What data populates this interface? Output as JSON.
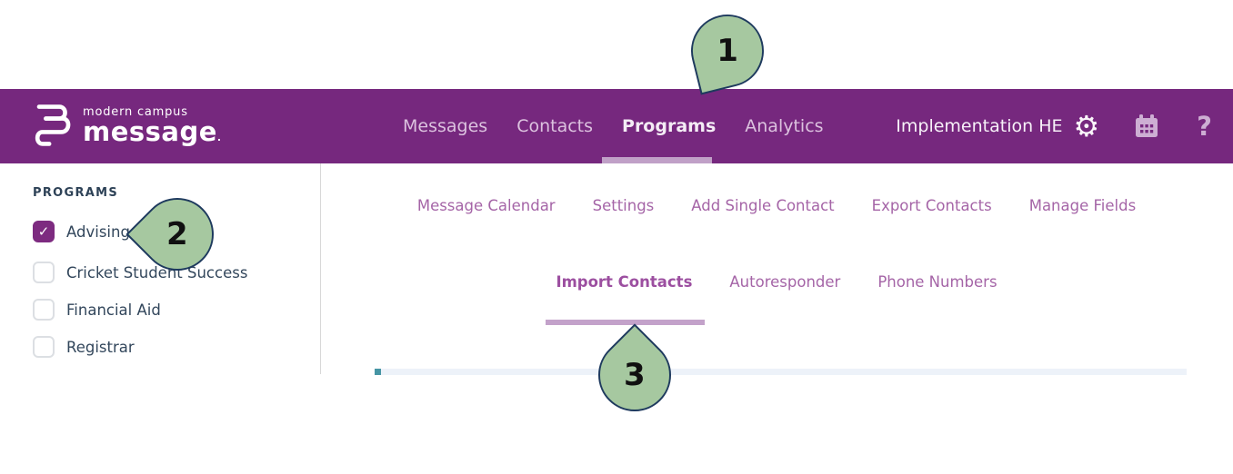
{
  "brand": {
    "tagline": "modern campus",
    "name": "message",
    "mark": "."
  },
  "header": {
    "nav": [
      {
        "label": "Messages",
        "active": false
      },
      {
        "label": "Contacts",
        "active": false
      },
      {
        "label": "Programs",
        "active": true
      },
      {
        "label": "Analytics",
        "active": false
      }
    ],
    "account_label": "Implementation HE"
  },
  "icons": {
    "gear": "⚙",
    "help": "?",
    "check": "✓"
  },
  "sidebar": {
    "heading": "PROGRAMS",
    "programs": [
      {
        "label": "Advising",
        "checked": true
      },
      {
        "label": "Cricket Student Success",
        "checked": false
      },
      {
        "label": "Financial Aid",
        "checked": false
      },
      {
        "label": "Registrar",
        "checked": false
      }
    ]
  },
  "main": {
    "secondary_nav": [
      "Message Calendar",
      "Settings",
      "Add Single Contact",
      "Export Contacts",
      "Manage Fields"
    ],
    "tabs": [
      {
        "label": "Import Contacts",
        "active": true
      },
      {
        "label": "Autoresponder",
        "active": false
      },
      {
        "label": "Phone Numbers",
        "active": false
      }
    ]
  },
  "callouts": [
    "1",
    "2",
    "3"
  ],
  "colors": {
    "header_purple": "#76287E",
    "checkbox_purple": "#7D2B80",
    "link_purple": "#A565A7",
    "active_tab_purple": "#9C4FA0",
    "tab_underline": "#C3A2CA",
    "nav_underline": "#C0A0C7",
    "sidebar_text": "#33475C",
    "callout_green": "#A6C8A0",
    "callout_border": "#1E3A5E",
    "progress_teal": "#4695A4",
    "progress_track": "#EDF2F9"
  }
}
